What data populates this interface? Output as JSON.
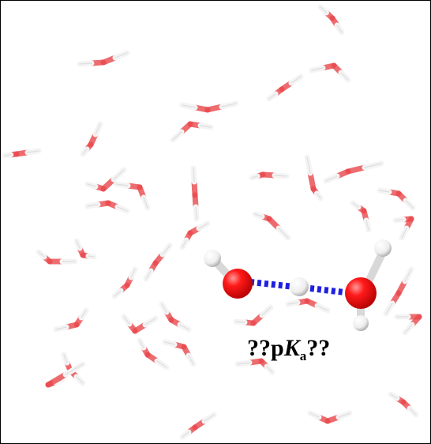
{
  "label": {
    "prefix": "??p",
    "italic": "K",
    "subscript": "a",
    "suffix": "??"
  },
  "colors": {
    "oxygen": "#ff1a1a",
    "hydrogen": "#ffffff",
    "hbond": "#1f1fe0",
    "water_oxygen": "#e8474b",
    "water_hydrogen": "#ffffff",
    "border": "#000000"
  }
}
